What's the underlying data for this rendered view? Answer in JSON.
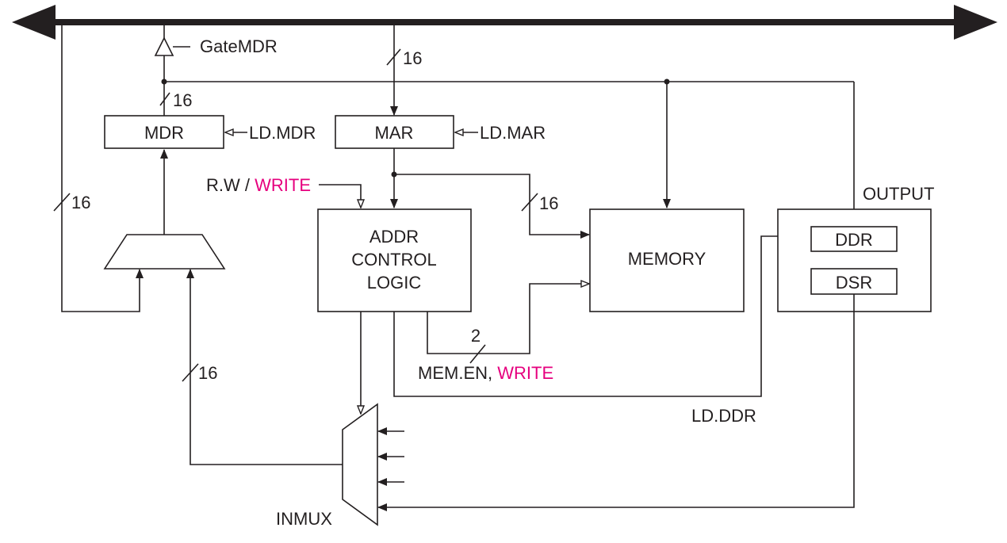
{
  "bus": {
    "direction": "bidirectional"
  },
  "gate": {
    "label": "GateMDR"
  },
  "registers": {
    "mdr": "MDR",
    "mar": "MAR",
    "ddr": "DDR",
    "dsr": "DSR"
  },
  "blocks": {
    "addr_control": [
      "ADDR",
      "CONTROL",
      "LOGIC"
    ],
    "memory": "MEMORY",
    "output": "OUTPUT",
    "inmux": "INMUX"
  },
  "signals": {
    "ld_mdr": "LD.MDR",
    "ld_mar": "LD.MAR",
    "rw": "R.W / ",
    "write": "WRITE",
    "mem_en": "MEM.EN, ",
    "ld_ddr": "LD.DDR"
  },
  "bus_widths": {
    "bus_to_mar": "16",
    "bus_to_mdr": "16",
    "left_feedback": "16",
    "mar_to_memory": "16",
    "inmux_to_mux": "16",
    "mem_en_lines": "2"
  },
  "colors": {
    "accent": "#e6007e",
    "ink": "#231f20"
  }
}
